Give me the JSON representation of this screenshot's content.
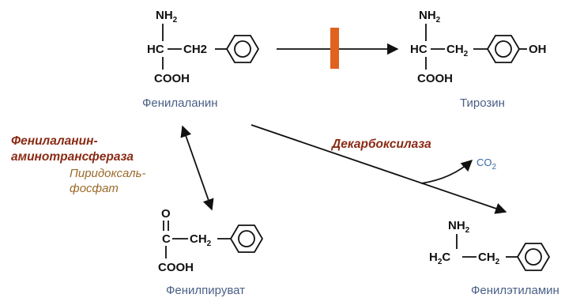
{
  "compounds": {
    "phenylalanine": {
      "name": "Фенилаланин",
      "nh2": "NH",
      "hc": "HC",
      "ch2": "CH2",
      "cooh": "COOH"
    },
    "tyrosine": {
      "name": "Тирозин",
      "nh2": "NH",
      "hc": "HC",
      "ch2": "CH",
      "cooh": "COOH",
      "oh": "OH"
    },
    "phenylpyruvate": {
      "name": "Фенилпируват",
      "o": "O",
      "c": "C",
      "ch2": "CH",
      "cooh": "COOH"
    },
    "phenylethylamine": {
      "name": "Фенилэтиламин",
      "nh2": "NH",
      "h2c": "H",
      "c": "C",
      "ch2": "CH"
    }
  },
  "subscripts": {
    "two": "2"
  },
  "enzymes": {
    "transaminase_line1": "Фенилаланин-",
    "transaminase_line2": "аминотрансфераза",
    "cofactor_line1": "Пиридоксаль-",
    "cofactor_line2": "фосфат",
    "decarboxylase": "Декарбоксилаза"
  },
  "byproduct": {
    "co": "CO",
    "sub": "2"
  },
  "colors": {
    "block_bar": "#e0621f",
    "compound_name": "#4a5f86",
    "enzyme": "#8a2a14",
    "cofactor": "#9a6a2a",
    "co2": "#3a6aa8"
  }
}
